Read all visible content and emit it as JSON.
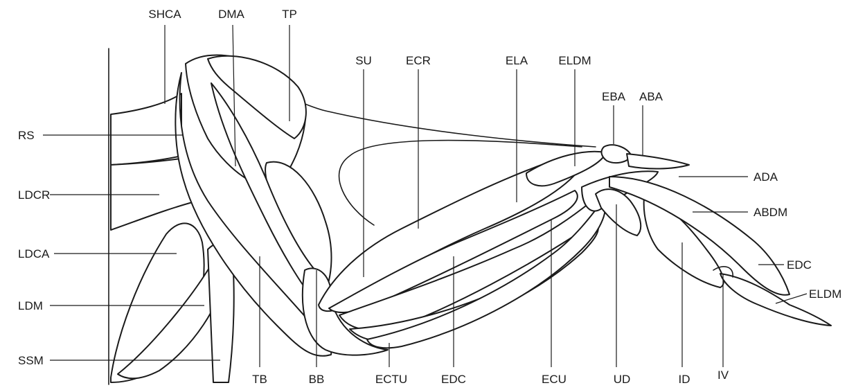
{
  "labels": {
    "shca": "SHCA",
    "dma": "DMA",
    "tp": "TP",
    "su": "SU",
    "ecr": "ECR",
    "ela": "ELA",
    "eldm_top": "ELDM",
    "eba": "EBA",
    "aba": "ABA",
    "rs": "RS",
    "ldcr": "LDCR",
    "ldca": "LDCA",
    "ldm": "LDM",
    "ssm": "SSM",
    "ada": "ADA",
    "abdm": "ABDM",
    "edc_right": "EDC",
    "eldm_right": "ELDM",
    "tb": "TB",
    "bb": "BB",
    "ectu": "ECTU",
    "edc_bottom": "EDC",
    "ecu": "ECU",
    "ud": "UD",
    "id": "ID",
    "iv": "IV"
  }
}
